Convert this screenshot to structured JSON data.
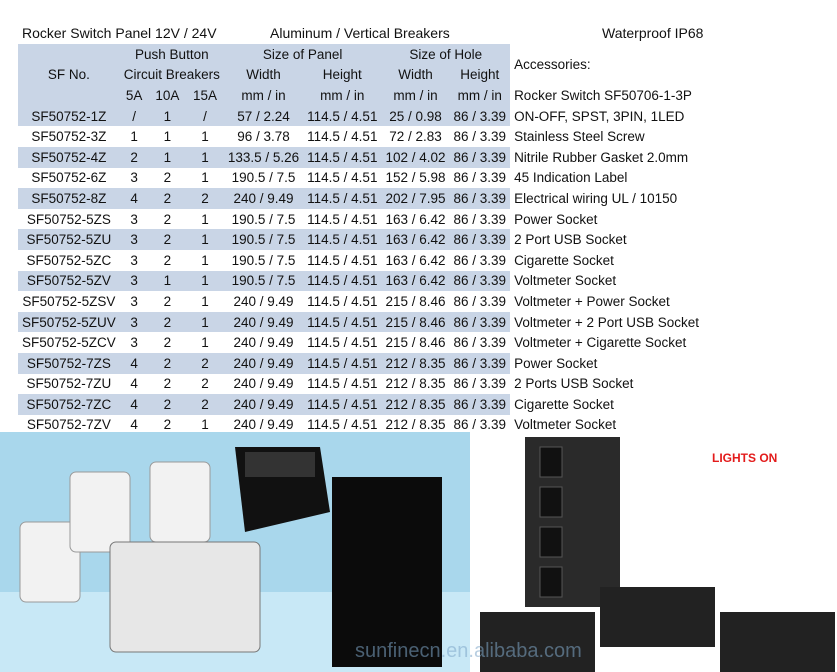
{
  "heading": {
    "left": "Rocker Switch Panel 12V / 24V",
    "middle": "Aluminum / Vertical Breakers",
    "right": "Waterproof IP68"
  },
  "table": {
    "sf_no": "SF No.",
    "push_button": "Push Button",
    "circuit_breakers": "Circuit Breakers",
    "amps": [
      "5A",
      "10A",
      "15A"
    ],
    "size_panel": "Size of Panel",
    "size_hole": "Size of Hole",
    "width": "Width",
    "height": "Height",
    "unit": "mm / in",
    "accessories": "Accessories:",
    "rows": [
      [
        "SF50752-1Z",
        "/",
        "1",
        "/",
        "57 / 2.24",
        "114.5 / 4.51",
        "25 / 0.98",
        "86 / 3.39",
        "ON-OFF, SPST, 3PIN, 1LED"
      ],
      [
        "SF50752-3Z",
        "1",
        "1",
        "1",
        "96 / 3.78",
        "114.5 / 4.51",
        "72 / 2.83",
        "86 / 3.39",
        "Stainless Steel Screw"
      ],
      [
        "SF50752-4Z",
        "2",
        "1",
        "1",
        "133.5 / 5.26",
        "114.5 / 4.51",
        "102 / 4.02",
        "86 / 3.39",
        "Nitrile Rubber Gasket    2.0mm"
      ],
      [
        "SF50752-6Z",
        "3",
        "2",
        "1",
        "190.5 / 7.5",
        "114.5 / 4.51",
        "152 / 5.98",
        "86 / 3.39",
        "45 Indication Label"
      ],
      [
        "SF50752-8Z",
        "4",
        "2",
        "2",
        "240 / 9.49",
        "114.5 / 4.51",
        "202 / 7.95",
        "86 / 3.39",
        "Electrical wiring    UL / 10150"
      ],
      [
        "SF50752-5ZS",
        "3",
        "2",
        "1",
        "190.5 / 7.5",
        "114.5 / 4.51",
        "163 / 6.42",
        "86 / 3.39",
        "Power Socket"
      ],
      [
        "SF50752-5ZU",
        "3",
        "2",
        "1",
        "190.5 / 7.5",
        "114.5 / 4.51",
        "163 / 6.42",
        "86 / 3.39",
        "2 Port USB Socket"
      ],
      [
        "SF50752-5ZC",
        "3",
        "2",
        "1",
        "190.5 / 7.5",
        "114.5 / 4.51",
        "163 / 6.42",
        "86 / 3.39",
        "Cigarette Socket"
      ],
      [
        "SF50752-5ZV",
        "3",
        "1",
        "1",
        "190.5 / 7.5",
        "114.5 / 4.51",
        "163 / 6.42",
        "86 / 3.39",
        "Voltmeter Socket"
      ],
      [
        "SF50752-5ZSV",
        "3",
        "2",
        "1",
        "240 / 9.49",
        "114.5 / 4.51",
        "215 / 8.46",
        "86 / 3.39",
        "Voltmeter + Power Socket"
      ],
      [
        "SF50752-5ZUV",
        "3",
        "2",
        "1",
        "240 / 9.49",
        "114.5 / 4.51",
        "215 / 8.46",
        "86 / 3.39",
        "Voltmeter + 2 Port USB Socket"
      ],
      [
        "SF50752-5ZCV",
        "3",
        "2",
        "1",
        "240 / 9.49",
        "114.5 / 4.51",
        "215 / 8.46",
        "86 / 3.39",
        "Voltmeter + Cigarette Socket"
      ],
      [
        "SF50752-7ZS",
        "4",
        "2",
        "2",
        "240 / 9.49",
        "114.5 / 4.51",
        "212 / 8.35",
        "86 / 3.39",
        "Power Socket"
      ],
      [
        "SF50752-7ZU",
        "4",
        "2",
        "2",
        "240 / 9.49",
        "114.5 / 4.51",
        "212 / 8.35",
        "86 / 3.39",
        "2 Ports USB Socket"
      ],
      [
        "SF50752-7ZC",
        "4",
        "2",
        "2",
        "240 / 9.49",
        "114.5 / 4.51",
        "212 / 8.35",
        "86 / 3.39",
        "Cigarette Socket"
      ],
      [
        "SF50752-7ZV",
        "4",
        "2",
        "1",
        "240 / 9.49",
        "114.5 / 4.51",
        "212 / 8.35",
        "86 / 3.39",
        "Voltmeter Socket"
      ]
    ],
    "accessory_title": "Rocker Switch SF50706-1-3P"
  },
  "lights_on": "LIGHTS ON",
  "watermark": "sunfinecn.en.alibaba.com",
  "colors": {
    "band": "#c9d5e6",
    "photo_bg": "#a9d7ec",
    "panel": "#1a1a1a"
  }
}
